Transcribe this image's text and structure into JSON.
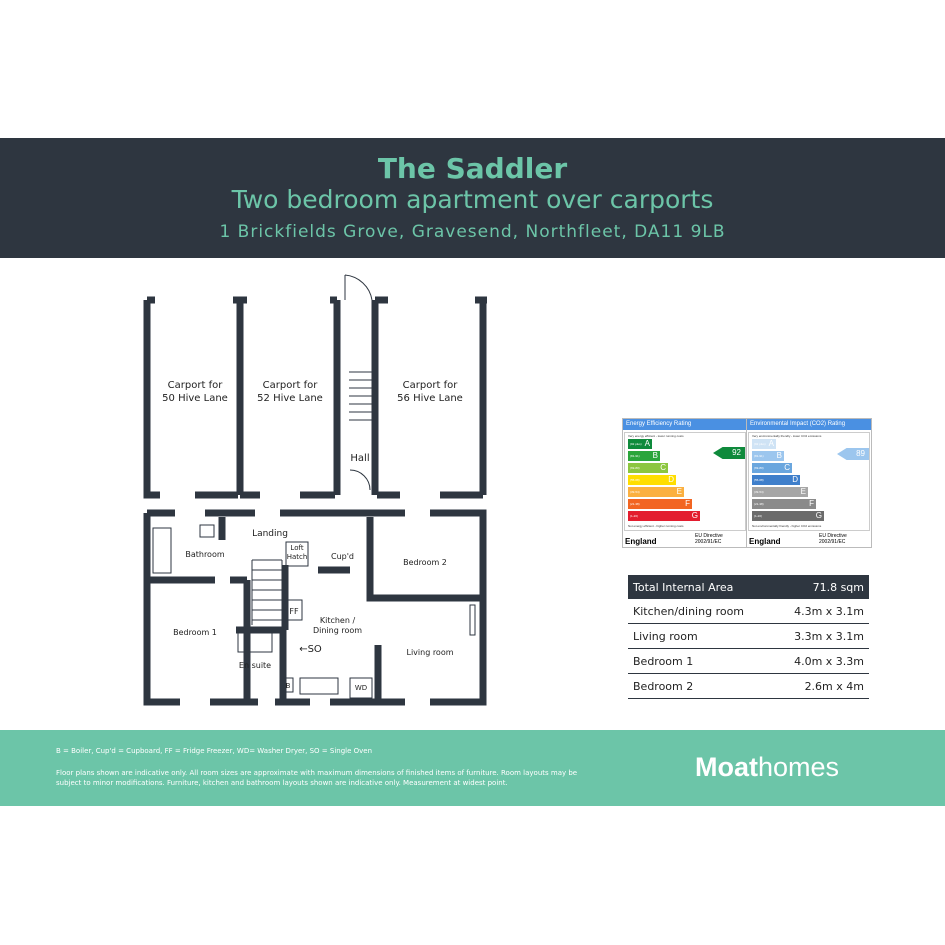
{
  "header": {
    "title": "The Saddler",
    "subtitle": "Two bedroom apartment over carports",
    "address": "1 Brickfields Grove, Gravesend, Northfleet, DA11 9LB"
  },
  "plan": {
    "carport1": "Carport for\n50 Hive Lane",
    "carport2": "Carport for\n52 Hive Lane",
    "carport3": "Carport for\n56 Hive Lane",
    "hall": "Hall",
    "landing": "Landing",
    "bathroom": "Bathroom",
    "loft": "Loft\nHatch",
    "cupd": "Cup'd",
    "bedroom2": "Bedroom 2",
    "bedroom1": "Bedroom 1",
    "ff": "FF",
    "kitchen": "Kitchen /\nDining room",
    "so": "←SO",
    "living": "Living room",
    "ensuite": "En suite",
    "b": "B",
    "wd": "WD"
  },
  "epc": {
    "energy": {
      "title": "Energy Efficiency Rating",
      "top_note": "Very energy efficient - lower running costs",
      "bottom_note": "Not energy efficient - higher running costs",
      "rating": "92",
      "country": "England",
      "directive": "EU Directive\n2002/91/EC",
      "bands": [
        {
          "r": "(92 plus)",
          "l": "A",
          "c": "#0f8a3c"
        },
        {
          "r": "(81-91)",
          "l": "B",
          "c": "#2aa53b"
        },
        {
          "r": "(69-80)",
          "l": "C",
          "c": "#8cc63f"
        },
        {
          "r": "(55-68)",
          "l": "D",
          "c": "#ffde00"
        },
        {
          "r": "(39-54)",
          "l": "E",
          "c": "#fbb040"
        },
        {
          "r": "(21-38)",
          "l": "F",
          "c": "#f26522"
        },
        {
          "r": "(1-20)",
          "l": "G",
          "c": "#e31d2f"
        }
      ],
      "arrow_color": "#0f8a3c"
    },
    "env": {
      "title": "Environmental Impact (CO2) Rating",
      "top_note": "Very environmentally friendly - lower CO2 emissions",
      "bottom_note": "Not environmentally friendly - higher CO2 emissions",
      "rating": "89",
      "country": "England",
      "directive": "EU Directive\n2002/91/EC",
      "bands": [
        {
          "r": "(92 plus)",
          "l": "A",
          "c": "#cfe3f5"
        },
        {
          "r": "(81-91)",
          "l": "B",
          "c": "#9cc6ee"
        },
        {
          "r": "(69-80)",
          "l": "C",
          "c": "#6aa6de"
        },
        {
          "r": "(55-68)",
          "l": "D",
          "c": "#3f7fcb"
        },
        {
          "r": "(39-54)",
          "l": "E",
          "c": "#a6a6a6"
        },
        {
          "r": "(21-38)",
          "l": "F",
          "c": "#8a8a8a"
        },
        {
          "r": "(1-20)",
          "l": "G",
          "c": "#6b6b6b"
        }
      ],
      "arrow_color": "#9cc6ee"
    }
  },
  "table": {
    "header": {
      "label": "Total Internal Area",
      "value": "71.8 sqm"
    },
    "rows": [
      {
        "label": "Kitchen/dining room",
        "value": "4.3m x 3.1m"
      },
      {
        "label": "Living room",
        "value": "3.3m x 3.1m"
      },
      {
        "label": "Bedroom 1",
        "value": "4.0m x 3.3m"
      },
      {
        "label": "Bedroom 2",
        "value": "2.6m x 4m"
      }
    ]
  },
  "footer": {
    "key": "B = Boiler, Cup'd = Cupboard, FF = Fridge Freezer, WD= Washer Dryer, SO = Single Oven",
    "disclaimer": "Floor plans shown are indicative only. All room sizes are approximate with maximum dimensions of finished items of furniture. Room layouts may be subject to minor modifications. Furniture, kitchen and bathroom layouts shown are indicative only. Measurement at widest point.",
    "logo": "Moathomes"
  },
  "colors": {
    "dark": "#2e3640",
    "teal": "#6cc5a8"
  }
}
